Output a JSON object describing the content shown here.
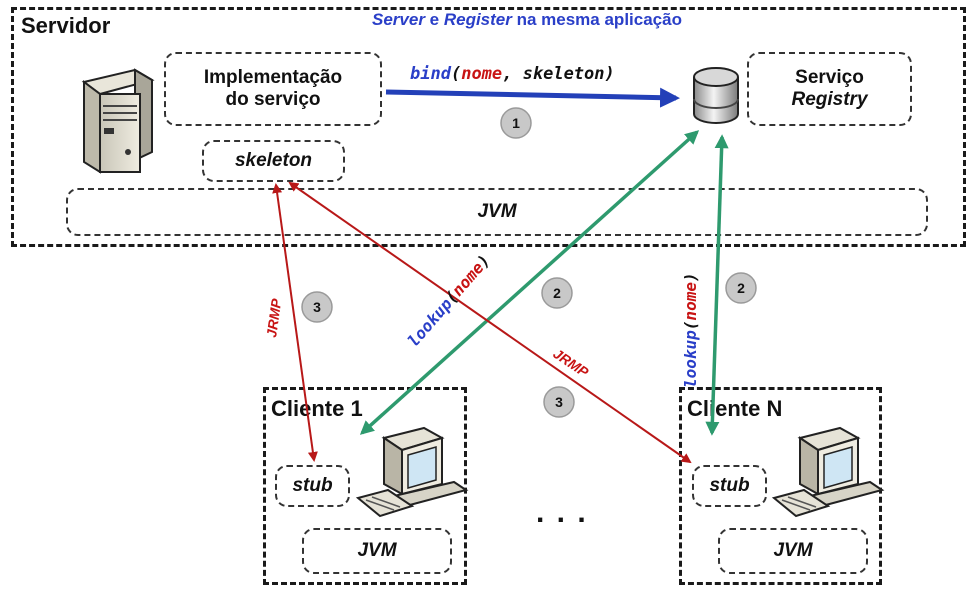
{
  "colors": {
    "blue_arrow": "#2340b8",
    "green_arrow": "#2e9a6e",
    "red_arrow": "#b81818",
    "blue_text": "#2a3fc8",
    "red_text": "#c81414"
  },
  "title": {
    "part1": "Server",
    "part2": " e ",
    "part3": "Register",
    "part4": " na mesma aplicação"
  },
  "server": {
    "label": "Servidor",
    "impl_line1": "Implementação",
    "impl_line2": "do serviço",
    "skeleton": "skeleton",
    "jvm": "JVM",
    "registry_line1": "Serviço",
    "registry_line2": "Registry",
    "icon": "server-tower-icon"
  },
  "bind_call": {
    "func": "bind",
    "open": "(",
    "arg1": "nome",
    "rest": ", skeleton)"
  },
  "lookup_call": {
    "func": "lookup",
    "open": "(",
    "arg": "nome",
    "close": ")"
  },
  "protocol": "JRMP",
  "steps": [
    "1",
    "2",
    "3"
  ],
  "client1": {
    "label": "Cliente 1",
    "stub": "stub",
    "jvm": "JVM",
    "icon": "desktop-computer-icon"
  },
  "clientN": {
    "label": "Cliente N",
    "stub": "stub",
    "jvm": "JVM",
    "icon": "desktop-computer-icon"
  },
  "ellipsis": ". . ."
}
